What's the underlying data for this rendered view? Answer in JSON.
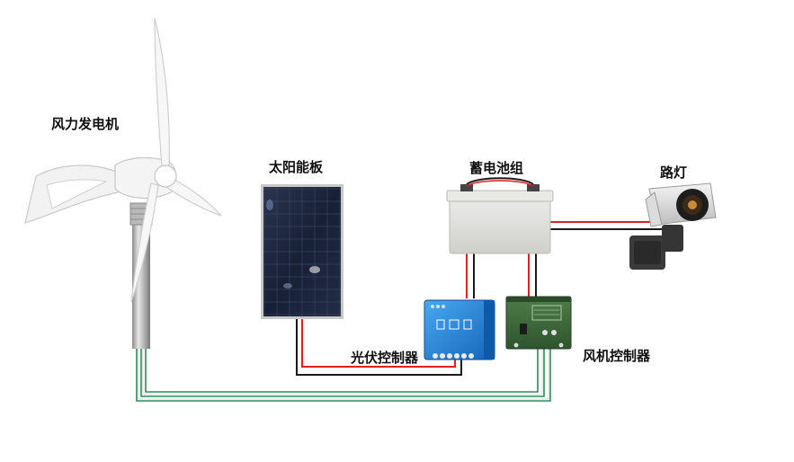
{
  "labels": {
    "wind_turbine": "风力发电机",
    "solar_panel": "太阳能板",
    "battery": "蓄电池组",
    "street_light": "路灯",
    "pv_controller": "光伏控制器",
    "wind_controller": "风机控制器"
  },
  "colors": {
    "positive_wire": "#e02020",
    "negative_wire": "#1a1a1a",
    "turbine_wire": "#2e8b57",
    "pv_controller_body": "#1f86d8",
    "wind_controller_body": "#3c6a3a",
    "solar_panel_body": "#1b2236",
    "battery_body": "#dcdcd8"
  }
}
